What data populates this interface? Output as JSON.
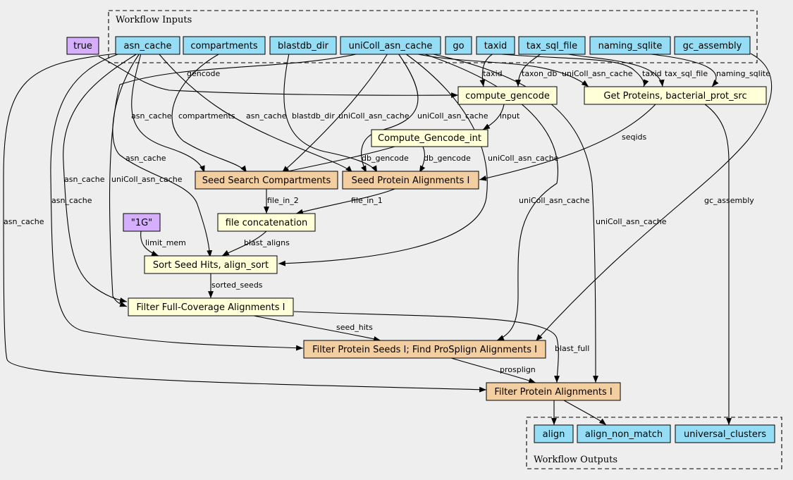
{
  "clusters": {
    "inputs_title": "Workflow Inputs",
    "outputs_title": "Workflow Outputs"
  },
  "colors": {
    "background": "#eeeeee",
    "input": "#94ddf4",
    "literal": "#d5aefc",
    "step": "#ffffd8",
    "subworkflow": "#f3cea1"
  },
  "nodes": {
    "true": "true",
    "asn_cache": "asn_cache",
    "compartments": "compartments",
    "blastdb_dir": "blastdb_dir",
    "unicoll_asn_cache": "uniColl_asn_cache",
    "go": "go",
    "taxid": "taxid",
    "tax_sql_file": "tax_sql_file",
    "naming_sqlite": "naming_sqlite",
    "gc_assembly": "gc_assembly",
    "compute_gencode": "compute_gencode",
    "get_proteins": "Get Proteins, bacterial_prot_src",
    "compute_gencode_int": "Compute_Gencode_int",
    "seed_search": "Seed Search Compartments",
    "seed_protein": "Seed Protein Alignments I",
    "file_concat": "file concatenation",
    "one_g": "\"1G\"",
    "sort_seed": "Sort Seed Hits, align_sort",
    "filter_full": "Filter Full-Coverage Alignments I",
    "filter_seeds": "Filter Protein Seeds I; Find ProSplign Alignments I",
    "filter_protein": "Filter Protein Alignments I",
    "align": "align",
    "align_non_match": "align_non_match",
    "universal_clusters": "universal_clusters"
  },
  "edge_labels": {
    "gencode": "gencode",
    "taxid_a": "taxid",
    "taxon_db": "taxon_db",
    "unicoll_gp": "uniColl_asn_cache",
    "taxid_b": "taxid",
    "tax_sql_file": "tax_sql_file",
    "naming_sqlite": "naming_sqlite",
    "asn_cache_ss": "asn_cache",
    "compartments": "compartments",
    "asn_cache_sp": "asn_cache",
    "blastdb_dir": "blastdb_dir",
    "unicoll_ss": "uniColl_asn_cache",
    "unicoll_sp": "uniColl_asn_cache",
    "input": "input",
    "seqids": "seqids",
    "asn_cache_sort": "asn_cache",
    "db_gencode_a": "db_gencode",
    "db_gencode_b": "db_gencode",
    "unicoll_sort": "uniColl_asn_cache",
    "asn_cache_ff": "asn_cache",
    "unicoll_ff": "uniColl_asn_cache",
    "asn_cache_fs": "asn_cache",
    "asn_cache_fp": "asn_cache",
    "gc_assembly": "gc_assembly",
    "file_in_2": "file_in_2",
    "file_in_1": "file_in_1",
    "unicoll_fs": "uniColl_asn_cache",
    "unicoll_fp": "uniColl_asn_cache",
    "limit_mem": "limit_mem",
    "blast_aligns": "blast_aligns",
    "sorted_seeds": "sorted_seeds",
    "seed_hits": "seed_hits",
    "blast_full": "blast_full",
    "prosplign": "prosplign"
  }
}
